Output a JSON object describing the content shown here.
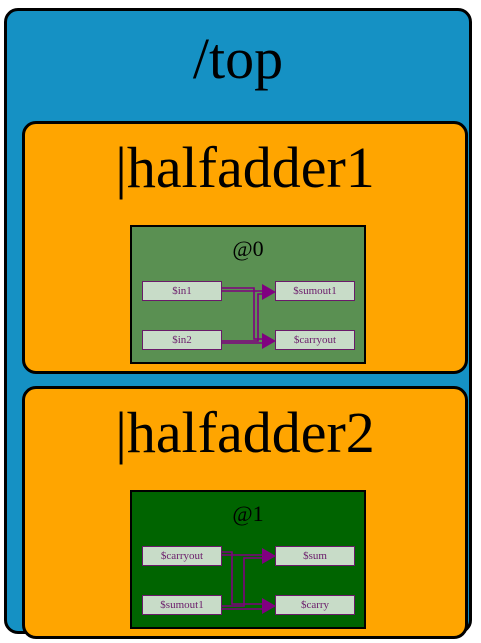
{
  "top": {
    "title": "/top"
  },
  "halfadder1": {
    "title": "|halfadder1",
    "stage": "@0",
    "inputs": [
      "$in1",
      "$in2"
    ],
    "outputs": [
      "$sumout1",
      "$carryout"
    ]
  },
  "halfadder2": {
    "title": "|halfadder2",
    "stage": "@1",
    "inputs": [
      "$carryout",
      "$sumout1"
    ],
    "outputs": [
      "$sum",
      "$carry"
    ]
  },
  "colors": {
    "top_fill": "#1591c4",
    "block_fill": "#ffa500",
    "stage0_fill": "#5a9052",
    "stage1_fill": "#006400",
    "signal_fill": "#c8dcc8",
    "wire": "#800080"
  }
}
